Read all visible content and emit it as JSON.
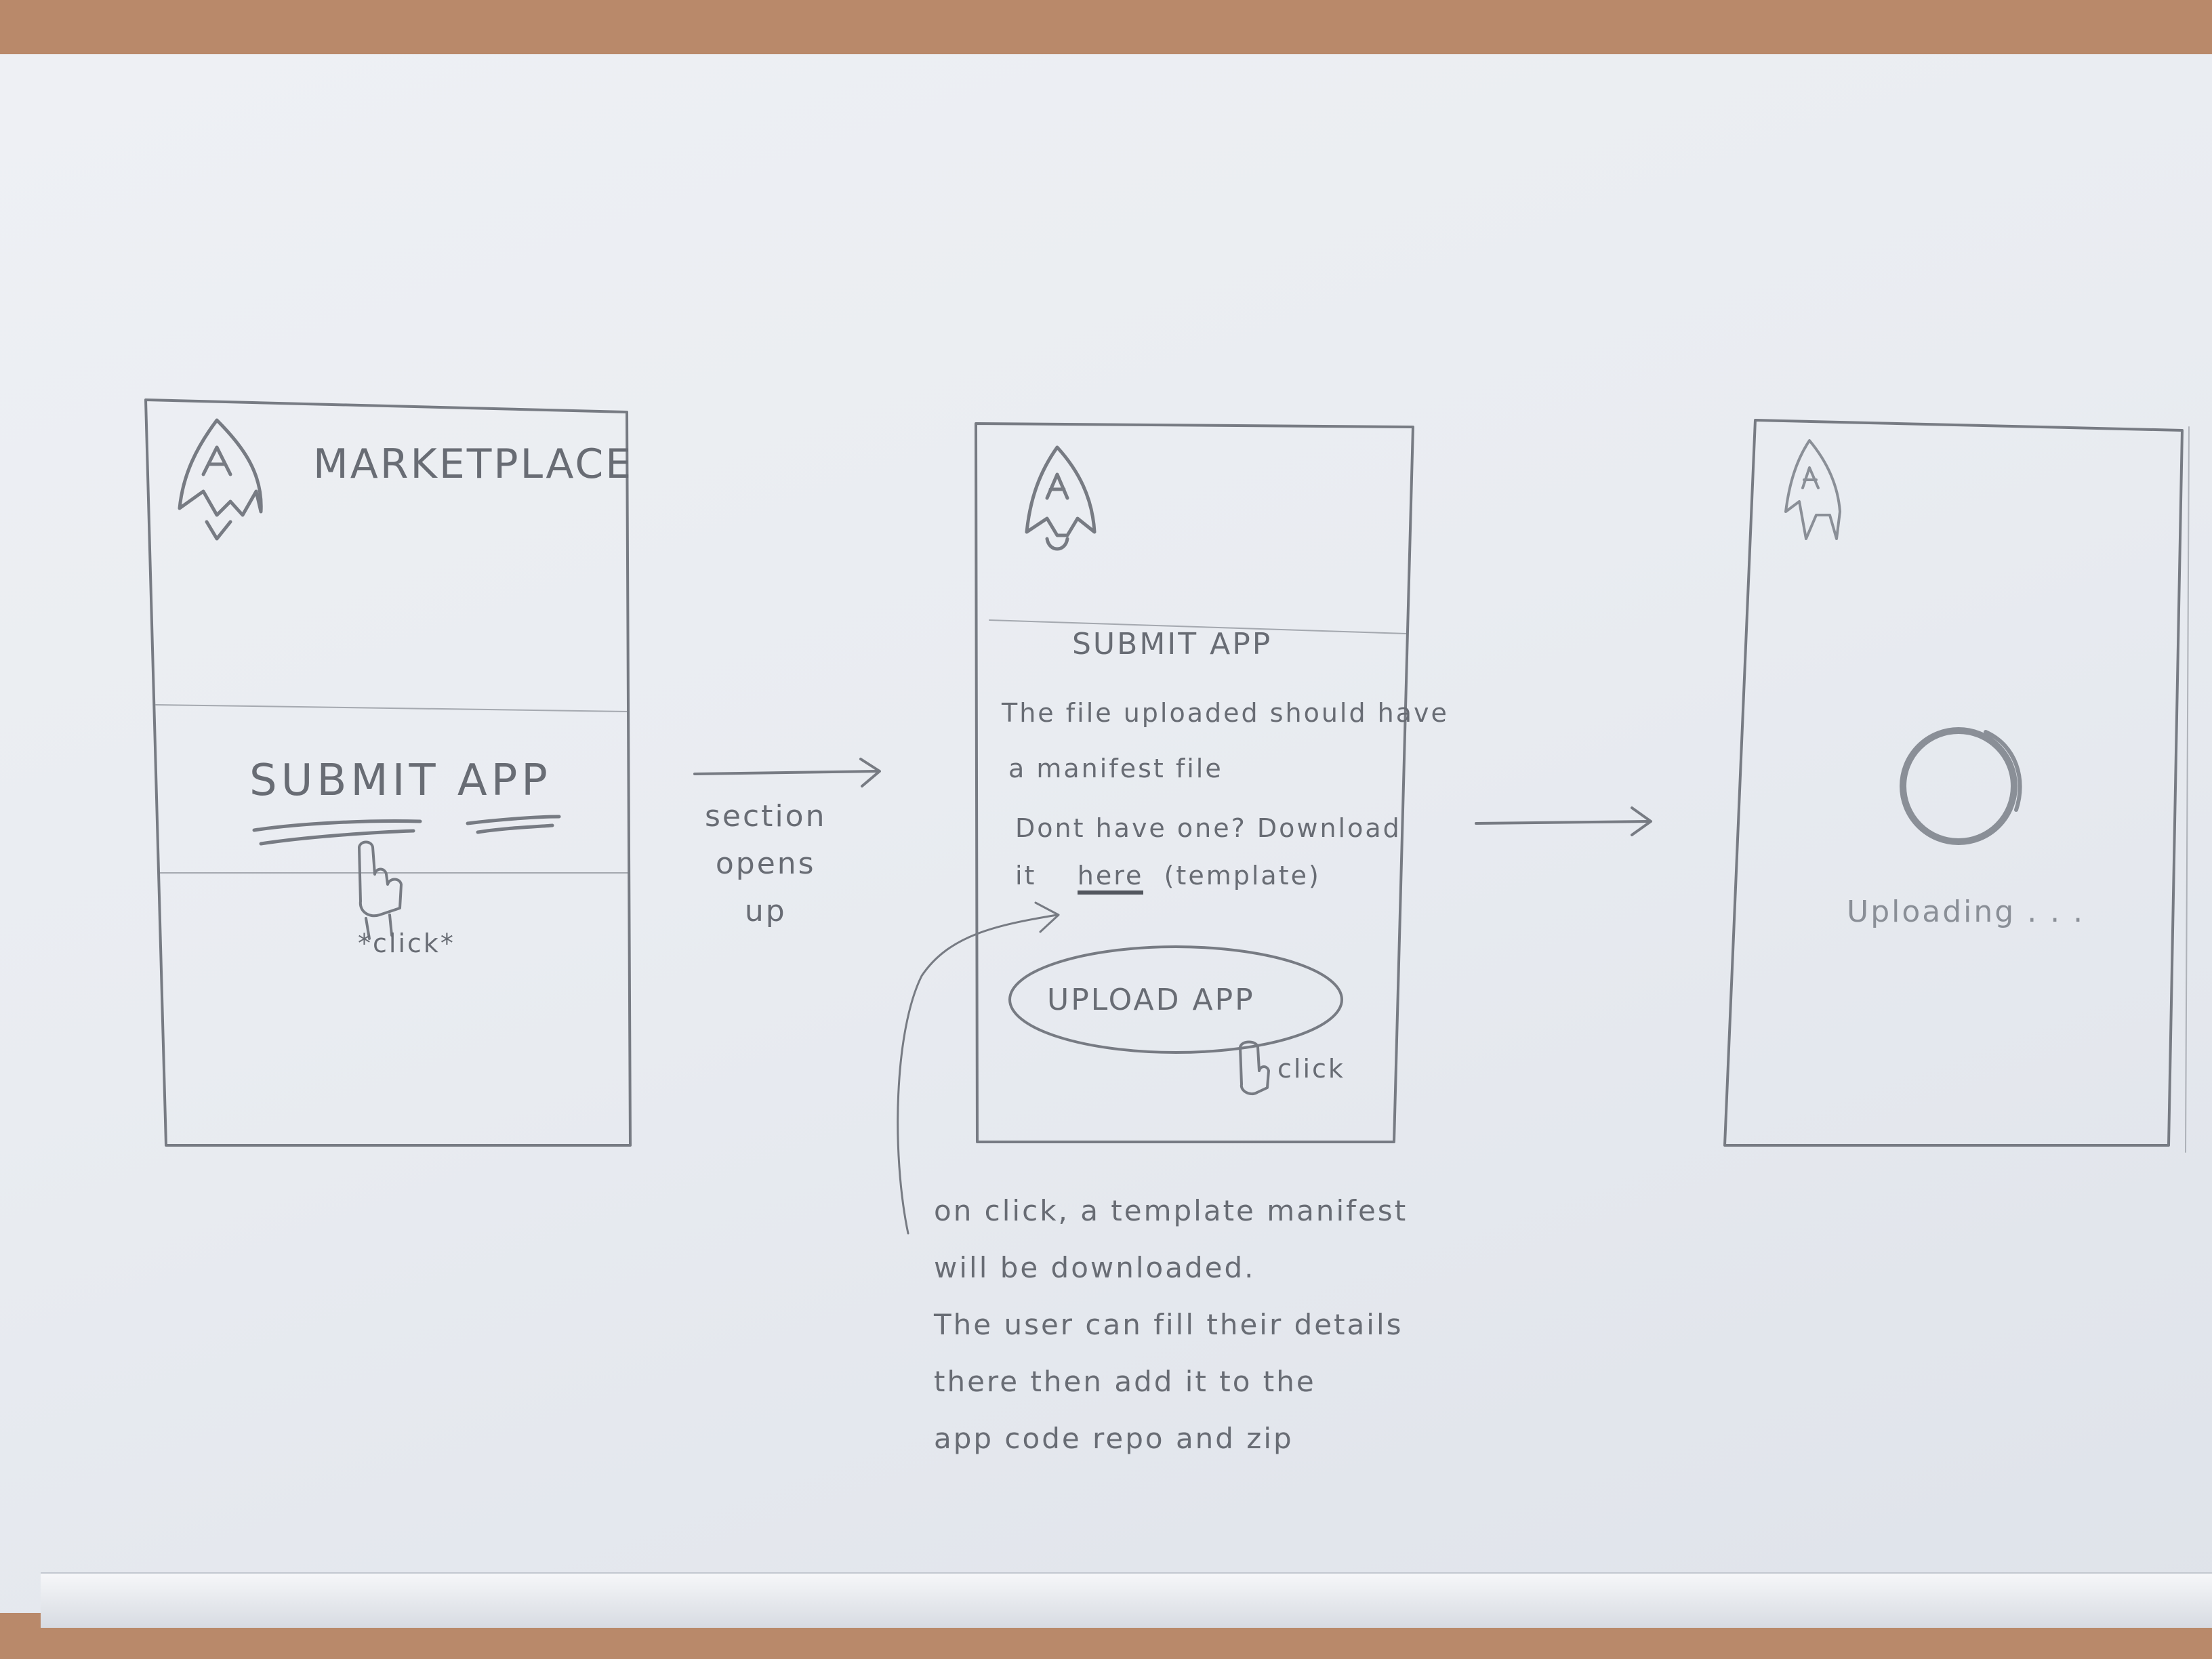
{
  "screen1": {
    "title": "MARKETPLACE",
    "submit_label": "SUBMIT APP",
    "click_note": "*click*",
    "icon": "rocket-logo-icon"
  },
  "transition1": {
    "label": "section\nopens\nup"
  },
  "screen2": {
    "section_title": "SUBMIT APP",
    "line1": "The file uploaded should have",
    "line2": "a manifest file",
    "line3": "Dont have one? Download",
    "line4_prefix": "it",
    "link_text": "here",
    "line4_suffix": "(template)",
    "upload_button": "UPLOAD APP",
    "click_note": "click",
    "icon": "rocket-logo-icon"
  },
  "annotation": {
    "text": "on click, a template manifest\nwill be downloaded.\nThe user can fill their details\nthere then add it to the\napp code repo and zip"
  },
  "screen3": {
    "status": "Uploading . . .",
    "icon": "rocket-logo-icon"
  }
}
